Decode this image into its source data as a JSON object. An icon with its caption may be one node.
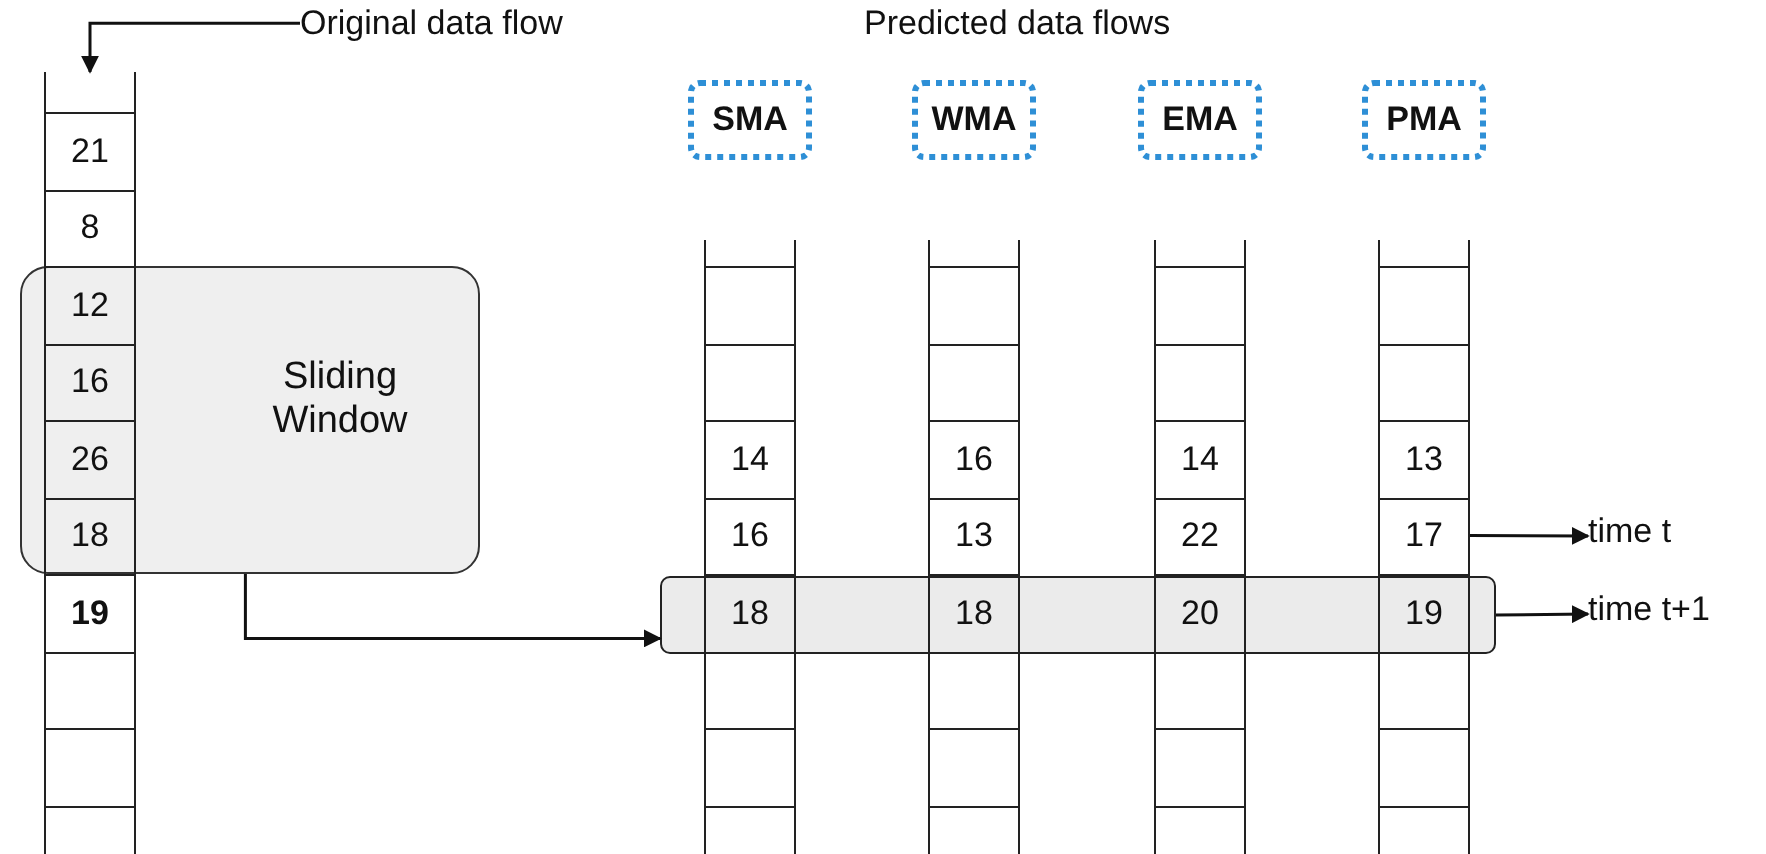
{
  "diagram": {
    "nodes": [
      {
        "text": [
          "Original data flow"
        ]
      },
      {
        "text": [
          "21",
          "8",
          "12",
          "16",
          "26",
          "18",
          "**19**"
        ]
      },
      {
        "text": [
          "Sliding Window"
        ]
      },
      {
        "text": [
          "SMA"
        ]
      },
      {
        "text": [
          "WMA"
        ]
      },
      {
        "text": [
          "EMA"
        ]
      },
      {
        "text": [
          "PMA"
        ]
      },
      {
        "text": [
          "14",
          "16",
          "18"
        ]
      },
      {
        "text": [
          "16",
          "13",
          "18"
        ]
      },
      {
        "text": [
          "14",
          "22",
          "20"
        ]
      },
      {
        "text": [
          "13",
          "17",
          "19"
        ]
      },
      {
        "text": [],
        "shape": "box"
      },
      {
        "text": [
          "time t"
        ]
      },
      {
        "text": [
          "time t+1"
        ]
      }
    ],
    "edges": [
      {
        "from": 0,
        "to": 1,
        "arrow": "to"
      },
      {
        "from": 2,
        "to": 11,
        "arrow": "to"
      },
      {
        "from": 10,
        "to": 12,
        "arrow": "to"
      },
      {
        "from": 11,
        "to": 13,
        "arrow": "to"
      }
    ],
    "labels": [
      "Predicted data flows"
    ]
  }
}
